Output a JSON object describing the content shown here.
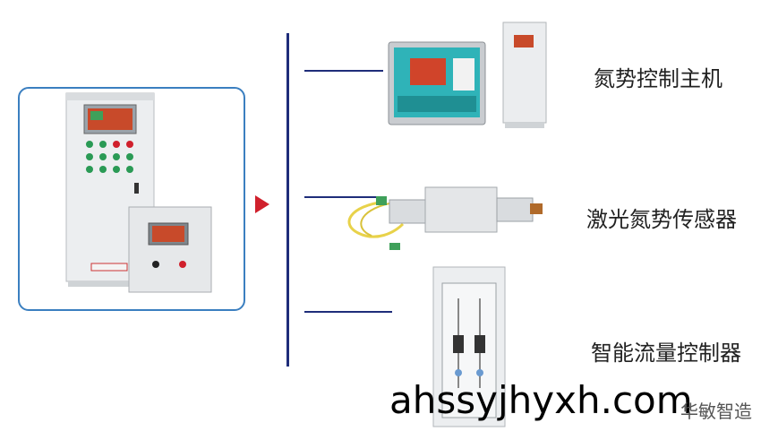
{
  "components": [
    {
      "label": "氮势控制主机"
    },
    {
      "label": "激光氮势传感器"
    },
    {
      "label": "智能流量控制器"
    }
  ],
  "watermark": "ahssyjhyxh.com",
  "brand": "华敏智造",
  "colors": {
    "frame": "#3b7fc0",
    "arrow": "#d0202c",
    "lines": "#1f2d7a"
  }
}
